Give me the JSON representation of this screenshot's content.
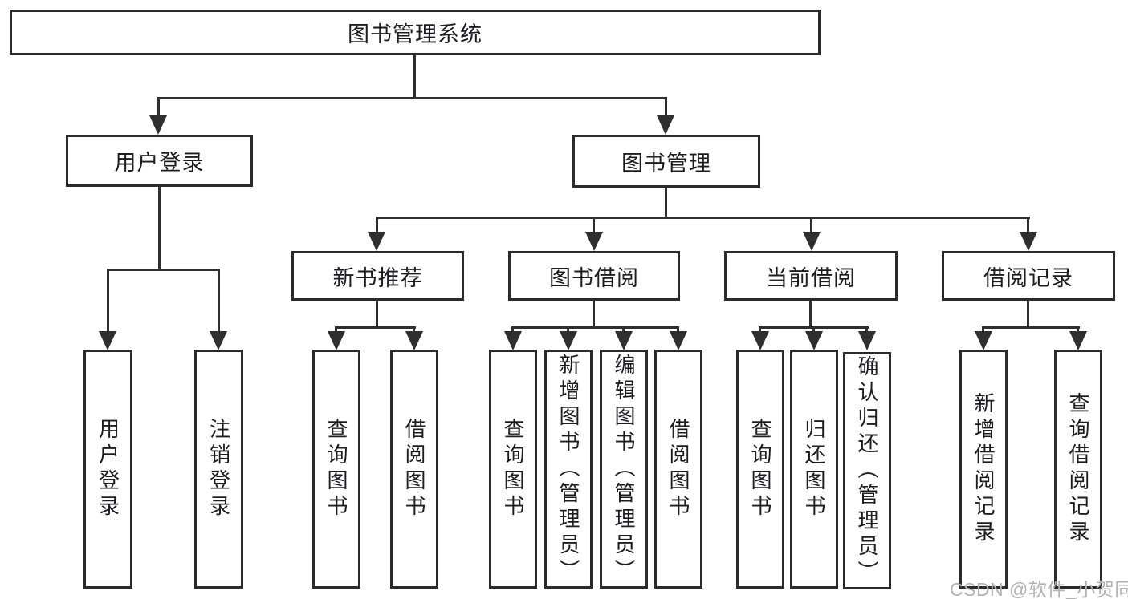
{
  "tree": {
    "label": "图书管理系统",
    "children": [
      {
        "label": "用户登录",
        "children": [
          {
            "label": "用户登录"
          },
          {
            "label": "注销登录"
          }
        ]
      },
      {
        "label": "图书管理",
        "children": [
          {
            "label": "新书推荐",
            "children": [
              {
                "label": "查询图书"
              },
              {
                "label": "借阅图书"
              }
            ]
          },
          {
            "label": "图书借阅",
            "children": [
              {
                "label": "查询图书"
              },
              {
                "label": "新增图书（管理员）"
              },
              {
                "label": "编辑图书（管理员）"
              },
              {
                "label": "借阅图书"
              }
            ]
          },
          {
            "label": "当前借阅",
            "children": [
              {
                "label": "查询图书"
              },
              {
                "label": "归还图书"
              },
              {
                "label": "确认归还（管理员）"
              }
            ]
          },
          {
            "label": "借阅记录",
            "children": [
              {
                "label": "新增借阅记录"
              },
              {
                "label": "查询借阅记录"
              }
            ]
          }
        ]
      }
    ]
  },
  "watermark": {
    "text": "CSDN @软件_小贺同学"
  },
  "colors": {
    "line": "#2f2f2f",
    "border": "#2b2b2b",
    "text": "#1d1d1f",
    "watermark": "#b2b2b5",
    "background": "#ffffff"
  }
}
